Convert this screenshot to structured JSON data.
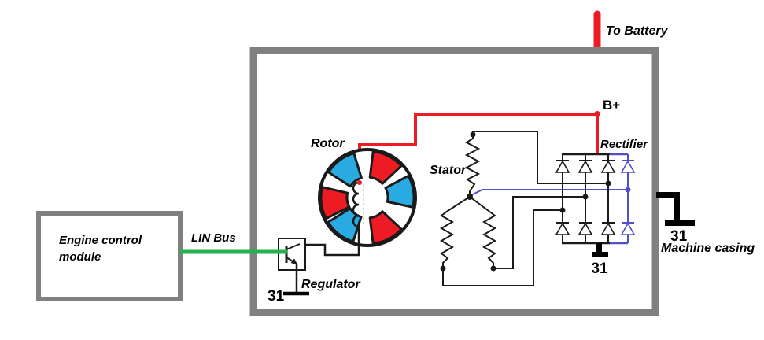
{
  "diagram": {
    "labels": {
      "to_battery": "To Battery",
      "b_plus": "B+",
      "rectifier": "Rectifier",
      "rotor": "Rotor",
      "stator": "Stator",
      "regulator": "Regulator",
      "lin_bus": "LIN Bus",
      "ecm_line1": "Engine control",
      "ecm_line2": "module",
      "machine_casing": "Machine casing",
      "regulator_ground": "31",
      "rectifier_ground": "31",
      "casing_ground": "31"
    },
    "colors": {
      "wire_red": "#ed1c24",
      "wire_green": "#22b14c",
      "rectifier_blue": "#5050c8",
      "rotor_blue": "#29abe2",
      "rotor_red": "#ed1c24",
      "housing_gray": "#808080",
      "wire_black": "#1a1a1a"
    }
  }
}
